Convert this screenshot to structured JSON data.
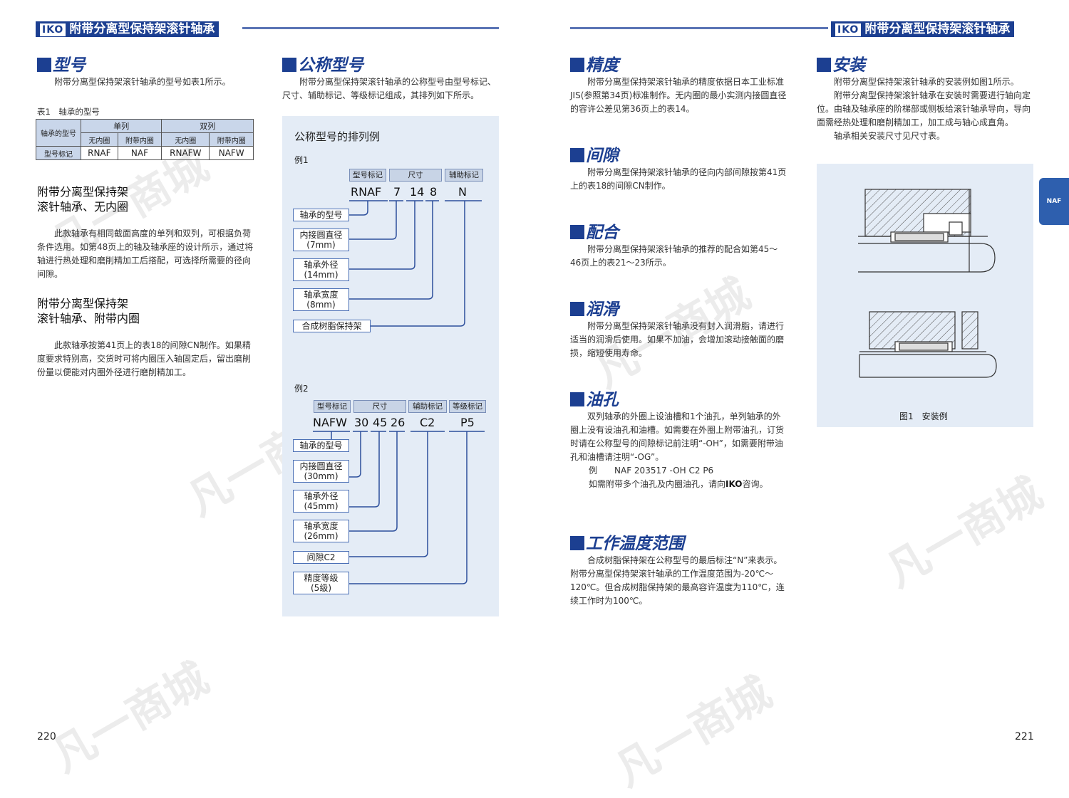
{
  "watermark": "凡一商城",
  "header": {
    "logo": "IKO",
    "title": "附带分离型保持架滚针轴承"
  },
  "left_page": {
    "page_number": "220",
    "model": {
      "title": "型号",
      "intro": "附带分离型保持架滚针轴承的型号如表1所示。",
      "table_caption": "表1　轴承的型号",
      "table": {
        "row_header": "轴承的型号",
        "group_single": "单列",
        "group_double": "双列",
        "col_no_inner": "无内圈",
        "col_with_inner": "附带内圈",
        "col_no_inner2": "无内圈",
        "col_with_inner2": "附带内圈",
        "mark_label": "型号标记",
        "values": [
          "RNAF",
          "NAF",
          "RNAFW",
          "NAFW"
        ]
      }
    },
    "block1": {
      "head_line1": "附带分离型保持架",
      "head_line2": "滚针轴承、无内圈",
      "text": "此款轴承有相同截面高度的单列和双列，可根据负荷条件选用。如第48页上的轴及轴承座的设计所示，通过将轴进行热处理和磨削精加工后搭配，可选择所需要的径向间隙。"
    },
    "block2": {
      "head_line1": "附带分离型保持架",
      "head_line2": "滚针轴承、附带内圈",
      "text": "此款轴承按第41页上的表18的间隙CN制作。如果精度要求特别高，交货时可将内圈压入轴固定后，留出磨削份量以便能对内圈外径进行磨削精加工。"
    },
    "nominal": {
      "title": "公称型号",
      "intro": "附带分离型保持架滚针轴承的公称型号由型号标记、尺寸、辅助标记、等级标记组成，其排列如下所示。",
      "panel_title": "公称型号的排列例",
      "ex1": {
        "label": "例1",
        "tags": [
          "型号标记",
          "尺寸",
          "辅助标记"
        ],
        "codes": [
          "RNAF",
          "7",
          "14",
          "8",
          "N"
        ],
        "boxes": [
          "轴承的型号",
          "内接圆直径",
          "(7mm)",
          "轴承外径",
          "(14mm)",
          "轴承宽度",
          "(8mm)",
          "合成树脂保持架"
        ]
      },
      "ex2": {
        "label": "例2",
        "tags": [
          "型号标记",
          "尺寸",
          "辅助标记",
          "等级标记"
        ],
        "codes": [
          "NAFW",
          "30",
          "45",
          "26",
          "C2",
          "P5"
        ],
        "boxes": [
          "轴承的型号",
          "内接圆直径",
          "(30mm)",
          "轴承外径",
          "(45mm)",
          "轴承宽度",
          "(26mm)",
          "间隙C2",
          "精度等级",
          "(5级)"
        ]
      }
    }
  },
  "right_page": {
    "page_number": "221",
    "tab": "NAF",
    "accuracy": {
      "title": "精度",
      "text": "附带分离型保持架滚针轴承的精度依据日本工业标准JIS(参照第34页)标准制作。无内圈的最小实测内接圆直径的容许公差见第36页上的表14。"
    },
    "clearance": {
      "title": "间隙",
      "text": "附带分离型保持架滚针轴承的径向内部间隙按第41页上的表18的间隙CN制作。"
    },
    "fit": {
      "title": "配合",
      "text": "附带分离型保持架滚针轴承的推荐的配合如第45～46页上的表21～23所示。"
    },
    "lubrication": {
      "title": "润滑",
      "text": "附带分离型保持架滚针轴承没有封入润滑脂，请进行适当的润滑后使用。如果不加油，会增加滚动接触面的磨损，缩短使用寿命。"
    },
    "oil_hole": {
      "title": "油孔",
      "text": "双列轴承的外圈上设油槽和1个油孔，单列轴承的外圈上没有设油孔和油槽。如需要在外圈上附带油孔，订货时请在公称型号的间隙标记前注明“-OH”，如需要附带油孔和油槽请注明“-OG”。",
      "example_label": "例",
      "example_value": "NAF 203517 -OH  C2  P6",
      "contact_prefix": "如需附带多个油孔及内圈油孔，请向",
      "contact_logo": "IKO",
      "contact_suffix": "咨询。"
    },
    "temperature": {
      "title": "工作温度范围",
      "text": "合成树脂保持架在公称型号的最后标注“N”来表示。附带分离型保持架滚针轴承的工作温度范围为-20℃～120℃。但合成树脂保持架的最高容许温度为110℃，连续工作时为100℃。"
    },
    "mounting": {
      "title": "安装",
      "p1": "附带分离型保持架滚针轴承的安装例如图1所示。",
      "p2": "附带分离型保持架滚针轴承在安装时需要进行轴向定位。由轴及轴承座的阶梯部或侧板给滚针轴承导向，导向面需经热处理和磨削精加工，加工成与轴心成直角。",
      "p3": "轴承相关安装尺寸见尺寸表。",
      "figure_caption": "图1　安装例"
    }
  }
}
